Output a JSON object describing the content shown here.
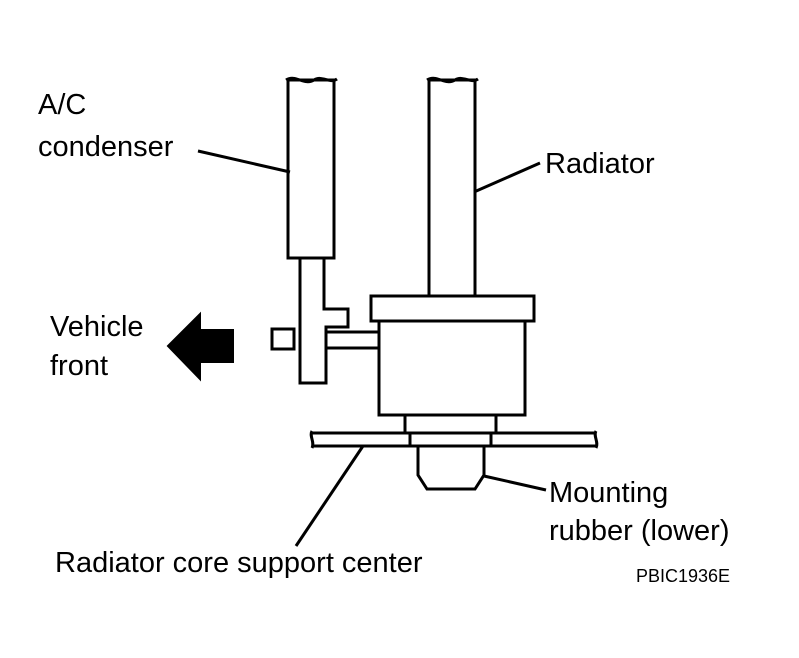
{
  "labels": {
    "ac_condenser_line1": "A/C",
    "ac_condenser_line2": "condenser",
    "radiator": "Radiator",
    "vehicle_front_line1": "Vehicle",
    "vehicle_front_line2": "front",
    "mounting_rubber_line1": "Mounting",
    "mounting_rubber_line2": "rubber (lower)",
    "core_support": "Radiator core support center",
    "figure_code": "PBIC1936E"
  },
  "colors": {
    "line": "#000000",
    "background": "#ffffff",
    "arrow": "#000000"
  },
  "icons": {
    "vehicle_front": "arrow-left-icon"
  }
}
